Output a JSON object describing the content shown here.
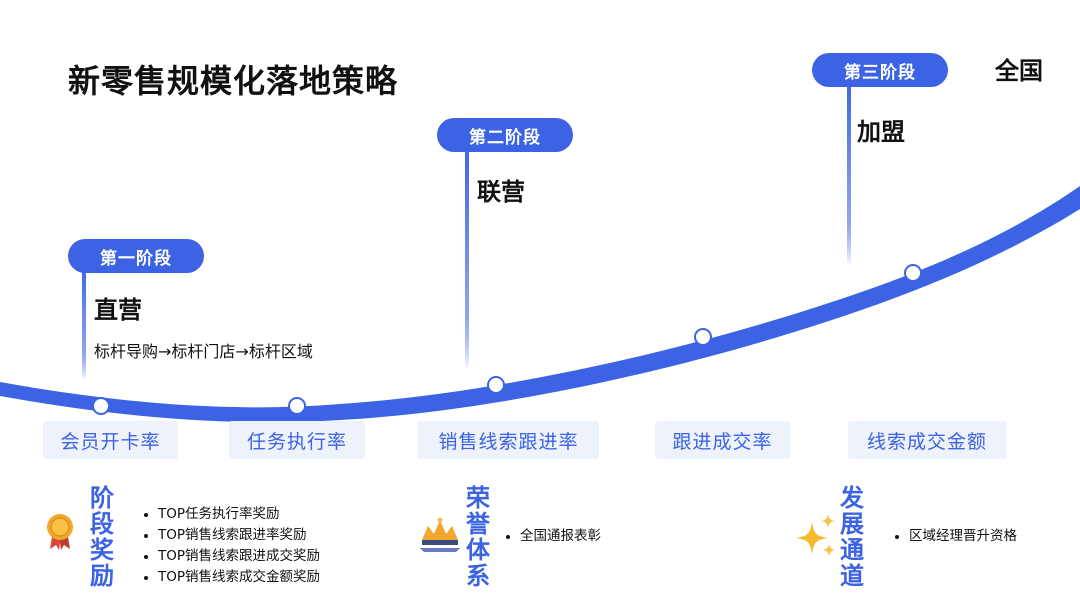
{
  "title": "新零售规模化落地策略",
  "stages": [
    {
      "badge": "第一阶段",
      "name": "直营",
      "desc": "标杆导购→标杆门店→标杆区域"
    },
    {
      "badge": "第二阶段",
      "name": "联营"
    },
    {
      "badge": "第三阶段",
      "name": "加盟",
      "extra": "全国"
    }
  ],
  "metrics": [
    "会员开卡率",
    "任务执行率",
    "销售线索跟进率",
    "跟进成交率",
    "线索成交金额"
  ],
  "sections": [
    {
      "title": "阶段奖励",
      "icon": "medal-icon",
      "items": [
        "TOP任务执行率奖励",
        "TOP销售线索跟进率奖励",
        "TOP销售线索跟进成交奖励",
        "TOP销售线索成交金额奖励"
      ]
    },
    {
      "title": "荣誉体系",
      "icon": "crown-icon",
      "items": [
        "全国通报表彰"
      ]
    },
    {
      "title": "发展通道",
      "icon": "sparkles-icon",
      "items": [
        "区域经理晋升资格"
      ]
    }
  ],
  "colors": {
    "accent": "#3b63e4",
    "metric_bg": "#eef2fb",
    "medal": "#f3a72c",
    "ribbon": "#d9473a"
  }
}
